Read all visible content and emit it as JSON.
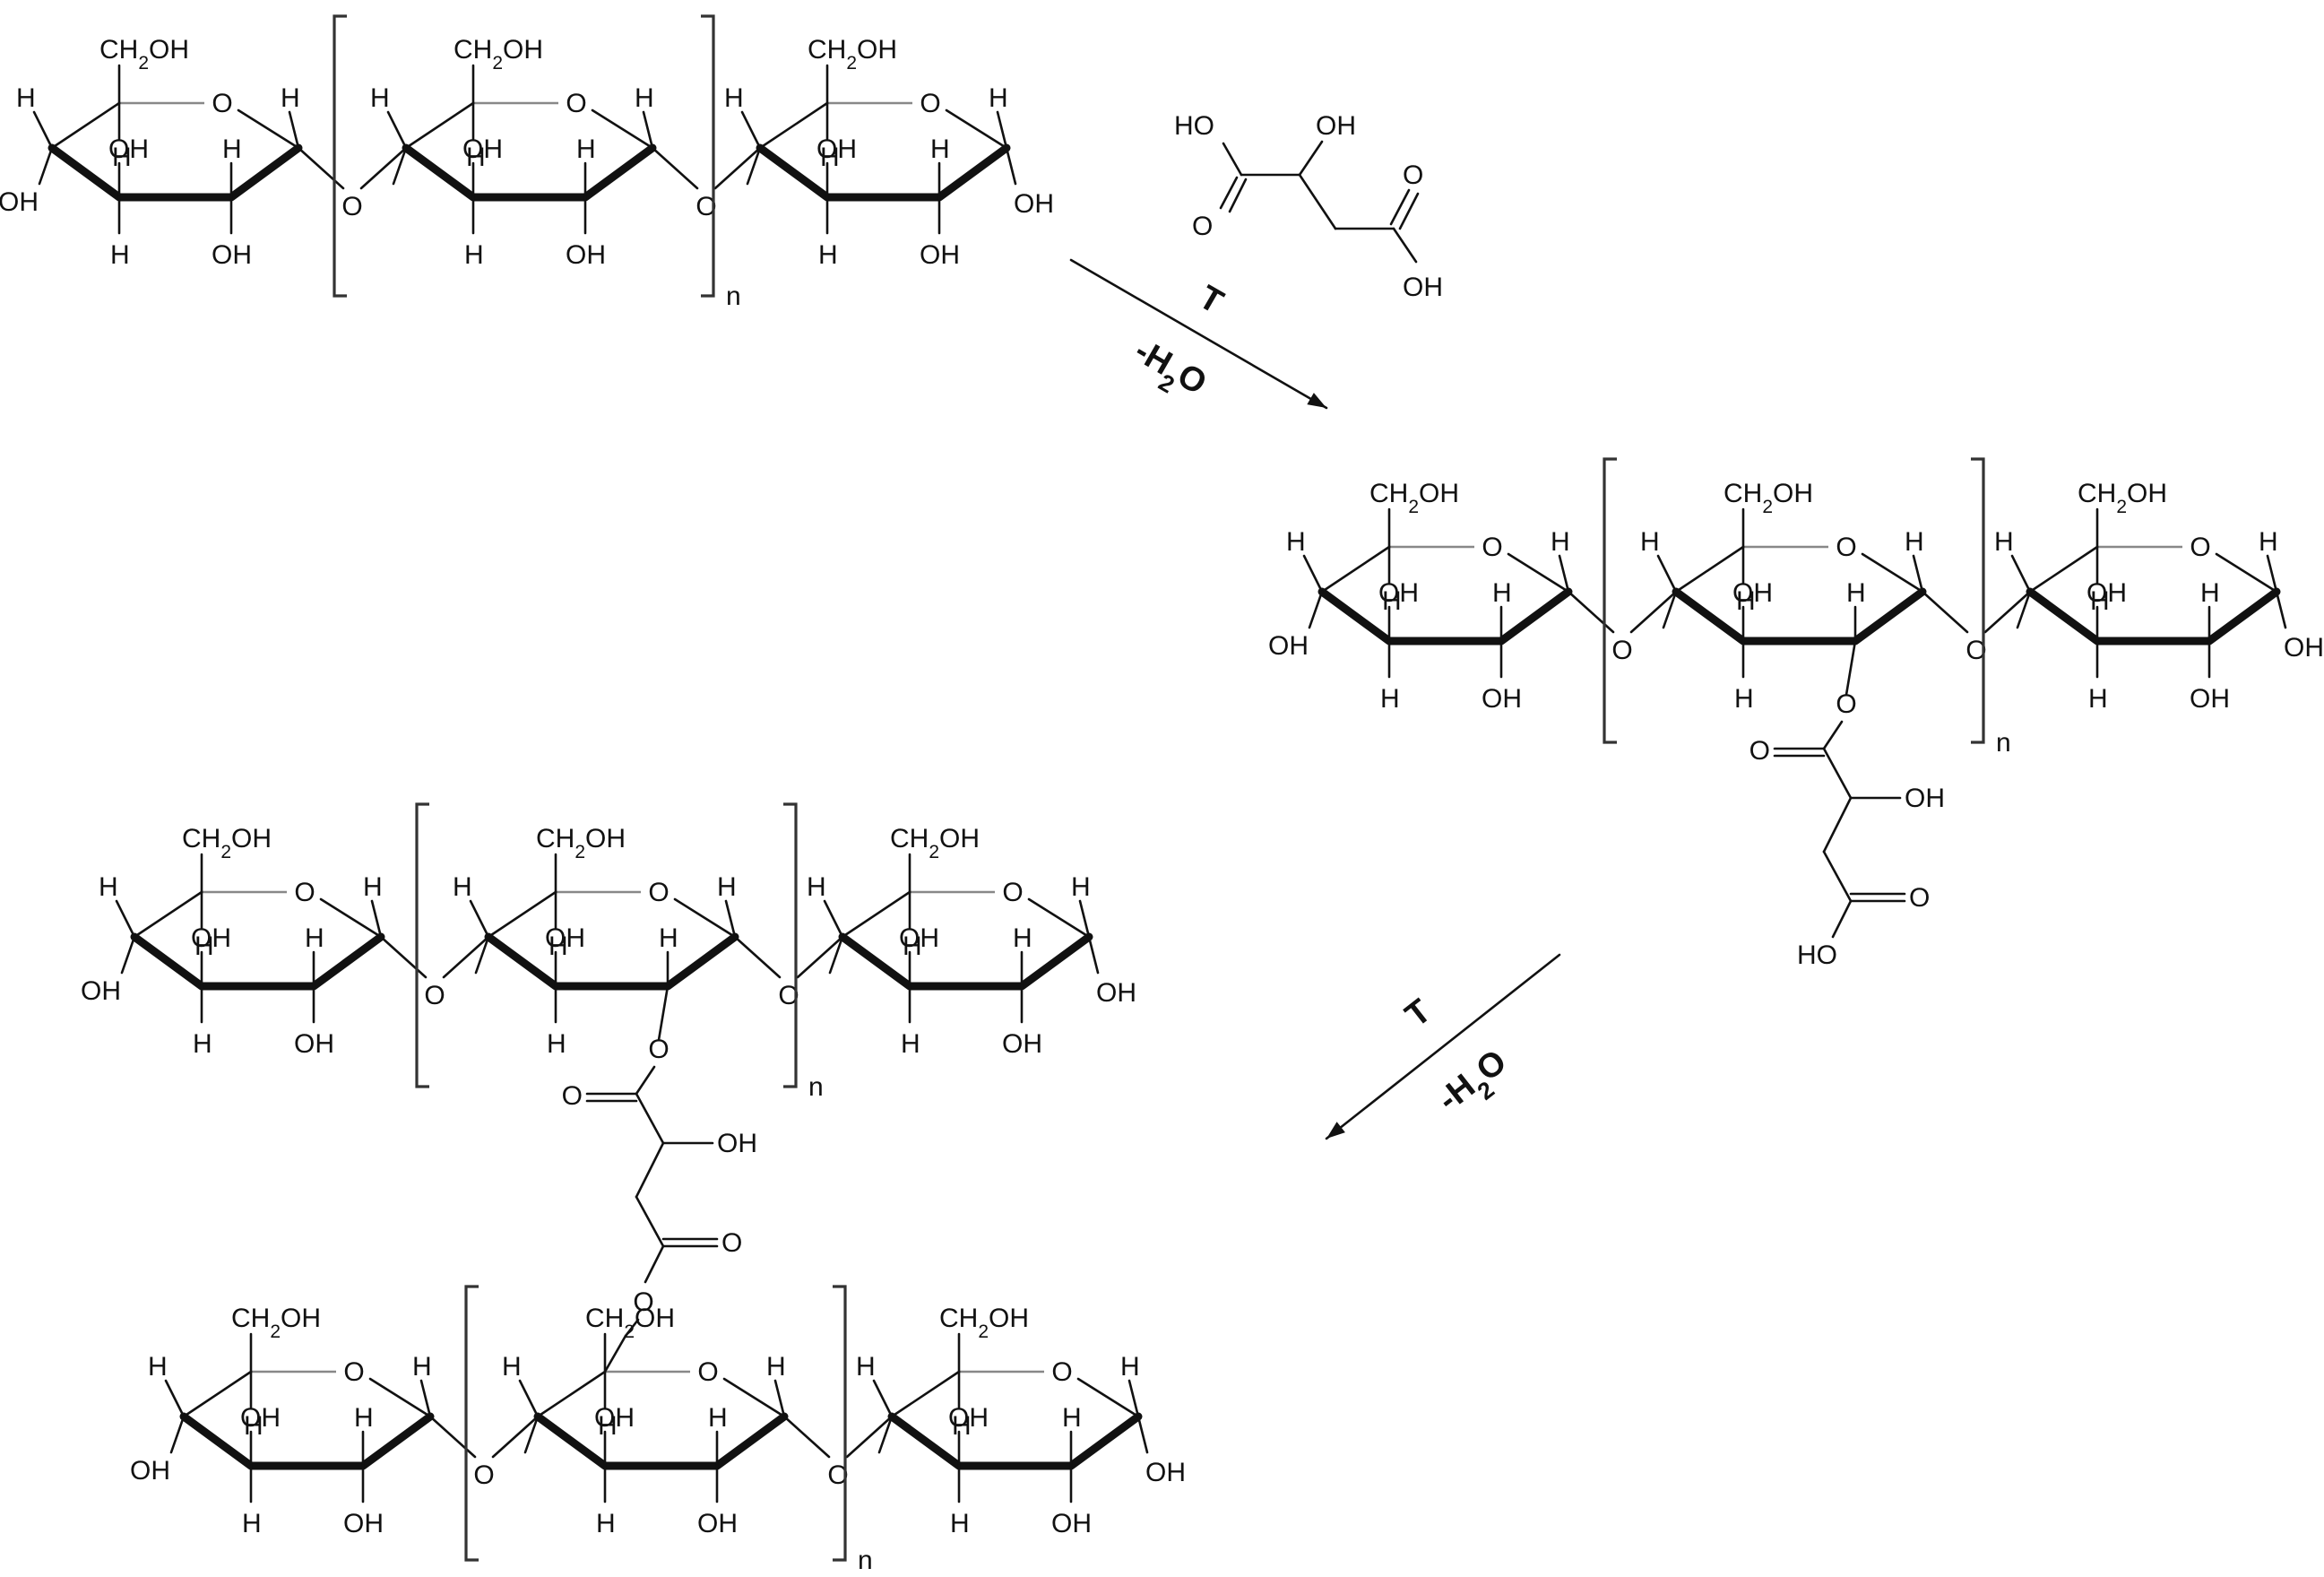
{
  "glucose": {
    "ch2oh": "CH2OH",
    "ring_o": "O",
    "h": "H",
    "oh": "OH",
    "ho": "HO",
    "link_o": "O",
    "repeat_n": "n"
  },
  "malic_acid": {
    "ho": "HO",
    "oh": "OH",
    "o": "O",
    "ester_o": "O"
  },
  "arrows": [
    {
      "temperature": "T",
      "water": "-H2O"
    },
    {
      "temperature": "T",
      "water": "-H2O"
    }
  ]
}
